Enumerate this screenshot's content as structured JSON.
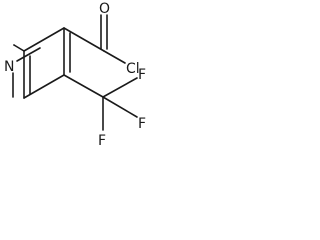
{
  "diagram": {
    "atoms": {
      "nitrogen": "N",
      "oxygen": "O",
      "chlorine": "Cl",
      "fluorine_right": "F",
      "fluorine_lower": "F",
      "fluorine_bottom": "F"
    }
  }
}
